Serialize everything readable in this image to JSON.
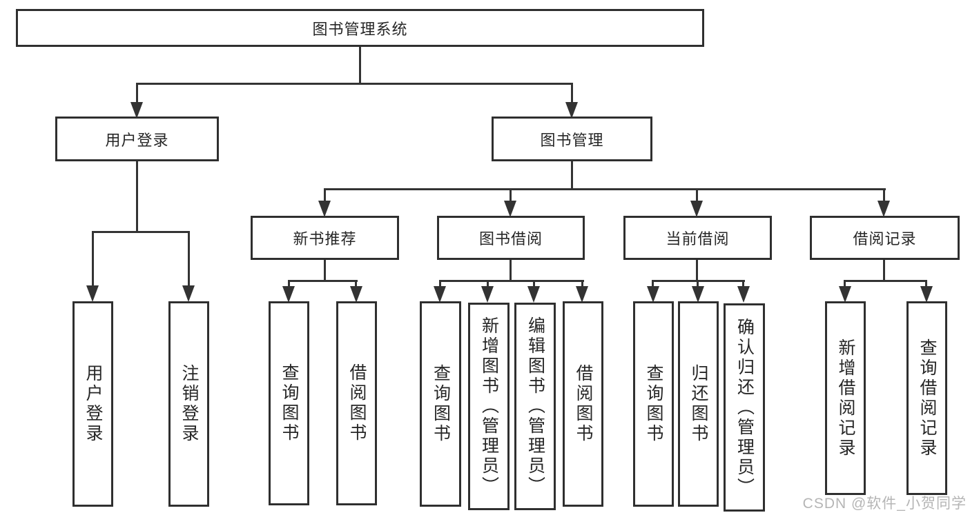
{
  "diagram": {
    "root": {
      "label": "图书管理系统",
      "children": [
        {
          "label": "用户登录",
          "children": [
            {
              "label": "用户登录"
            },
            {
              "label": "注销登录"
            }
          ]
        },
        {
          "label": "图书管理",
          "children": [
            {
              "label": "新书推荐",
              "children": [
                {
                  "label": "查询图书"
                },
                {
                  "label": "借阅图书"
                }
              ]
            },
            {
              "label": "图书借阅",
              "children": [
                {
                  "label": "查询图书"
                },
                {
                  "label": "新增图书（管理员）"
                },
                {
                  "label": "编辑图书（管理员）"
                },
                {
                  "label": "借阅图书"
                }
              ]
            },
            {
              "label": "当前借阅",
              "children": [
                {
                  "label": "查询图书"
                },
                {
                  "label": "归还图书"
                },
                {
                  "label": "确认归还（管理员）"
                }
              ]
            },
            {
              "label": "借阅记录",
              "children": [
                {
                  "label": "新增借阅记录"
                },
                {
                  "label": "查询借阅记录"
                }
              ]
            }
          ]
        }
      ]
    }
  },
  "watermark": "CSDN @软件_小贺同学",
  "colors": {
    "background": "#ffffff",
    "line": "#333333",
    "box_border": "#2f2f2f",
    "text": "#262626",
    "watermark": "#b5b5b5"
  }
}
